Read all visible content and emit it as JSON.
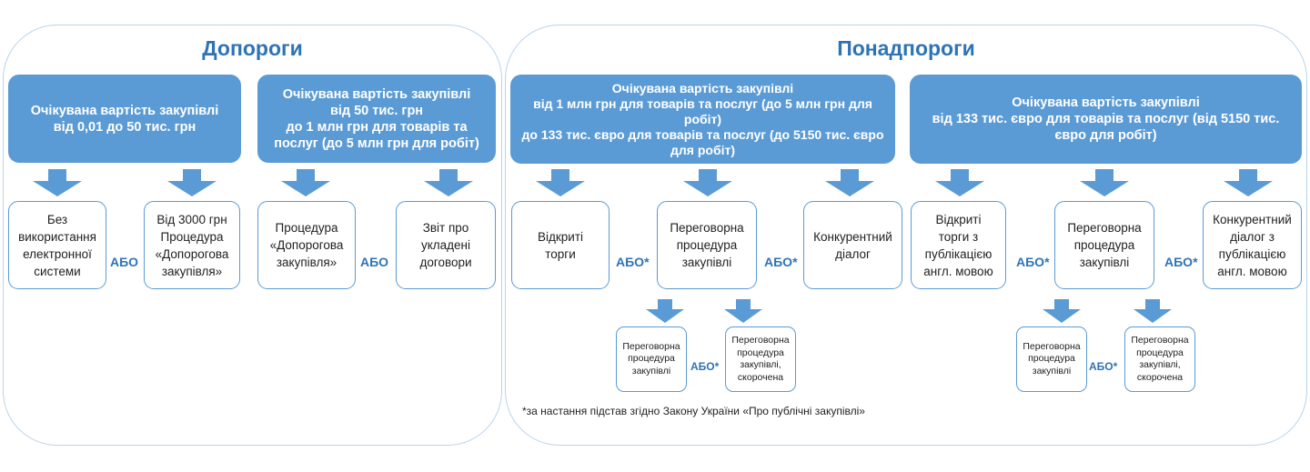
{
  "left_panel": {
    "title": "Допороги",
    "header1": "Очікувана вартість закупівлі\nвід 0,01 до 50 тис. грн",
    "header2": "Очікувана вартість закупівлі\nвід 50 тис. грн\nдо 1 млн грн для товарів та\nпослуг (до 5 млн грн для робіт)",
    "box1": "Без\nвикористання\nелектронної\nсистеми",
    "box2": "Від 3000 грн\nПроцедура\n«Допорогова\nзакупівля»",
    "box3": "Процедура\n«Допорогова\nзакупівля»",
    "box4": "Звіт про\nукладені\nдоговори",
    "or1": "АБО",
    "or2": "АБО"
  },
  "right_panel": {
    "title": "Понадпороги",
    "header1": "Очікувана вартість закупівлі\nвід 1 млн грн для товарів та послуг (до 5 млн грн для\nробіт)\nдо 133 тис. євро для товарів та послуг (до 5150 тис. євро\nдля робіт)",
    "header2": "Очікувана вартість закупівлі\nвід 133 тис. євро для товарів та послуг (від 5150 тис.\nєвро для робіт)",
    "box_a1": "Відкриті\nторги",
    "box_a2": "Переговорна\nпроцедура\nзакупівлі",
    "box_a3": "Конкурентний\nдіалог",
    "box_b1": "Відкриті\nторги з\nпублікацією\nангл. мовою",
    "box_b2": "Переговорна\nпроцедура\nзакупівлі",
    "box_b3": "Конкурентний\nдіалог з\nпублікацією\nангл. мовою",
    "sub_a1": "Переговорна\nпроцедура\nзакупівлі",
    "sub_a2": "Переговорна\nпроцедура\nзакупівлі,\nскорочена",
    "sub_b1": "Переговорна\nпроцедура\nзакупівлі",
    "sub_b2": "Переговорна\nпроцедура\nзакупівлі,\nскорочена",
    "or": "АБО*",
    "footnote": "*за настання підстав згідно Закону України «Про публічні закупівлі»"
  },
  "colors": {
    "accent": "#5b9bd5",
    "title": "#2e74b5",
    "panel_border": "#b9d3ea"
  }
}
